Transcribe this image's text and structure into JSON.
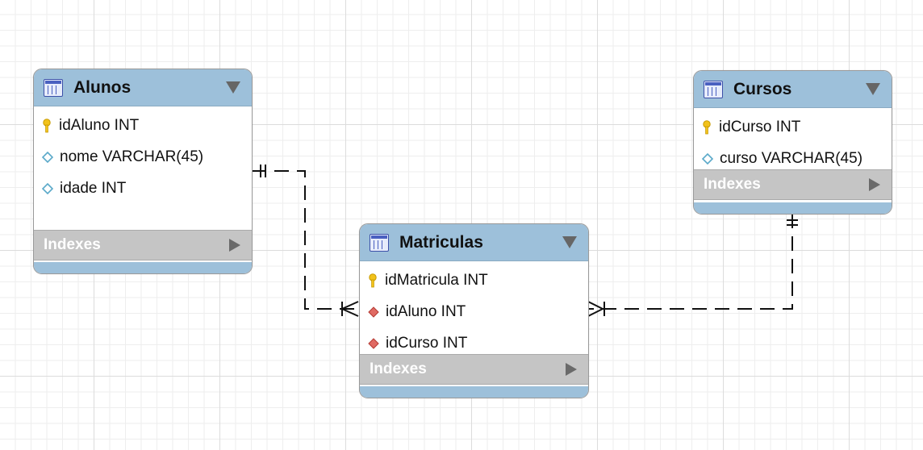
{
  "diagram": {
    "entities": [
      {
        "id": "alunos",
        "name": "Alunos",
        "columns": [
          {
            "label": "idAluno INT",
            "kind": "primary-key"
          },
          {
            "label": "nome VARCHAR(45)",
            "kind": "attribute"
          },
          {
            "label": "idade INT",
            "kind": "attribute"
          }
        ],
        "indexes_label": "Indexes"
      },
      {
        "id": "cursos",
        "name": "Cursos",
        "columns": [
          {
            "label": "idCurso INT",
            "kind": "primary-key"
          },
          {
            "label": "curso VARCHAR(45)",
            "kind": "attribute"
          }
        ],
        "indexes_label": "Indexes"
      },
      {
        "id": "matriculas",
        "name": "Matriculas",
        "columns": [
          {
            "label": "idMatricula INT",
            "kind": "primary-key"
          },
          {
            "label": "idAluno INT",
            "kind": "foreign-key"
          },
          {
            "label": "idCurso INT",
            "kind": "foreign-key"
          }
        ],
        "indexes_label": "Indexes"
      }
    ],
    "relationships": [
      {
        "from": "alunos",
        "to": "matriculas",
        "from_cardinality": "one-and-only-one",
        "to_cardinality": "one-or-many",
        "style": "dashed"
      },
      {
        "from": "cursos",
        "to": "matriculas",
        "from_cardinality": "one-and-only-one",
        "to_cardinality": "one-or-many",
        "style": "dashed"
      }
    ],
    "colors": {
      "header": "#9dc0da",
      "indexes_bar": "#c5c5c5",
      "primary_key": "#f2c21b",
      "attribute": "#5aa9c9",
      "foreign_key": "#d9534f",
      "grid": "#dcdcdc"
    },
    "icons": {
      "table": "table-icon",
      "collapse": "triangle-down-icon",
      "expand": "triangle-right-icon",
      "primary_key": "key-icon",
      "attribute": "diamond-outline-icon",
      "foreign_key": "diamond-red-icon"
    }
  }
}
